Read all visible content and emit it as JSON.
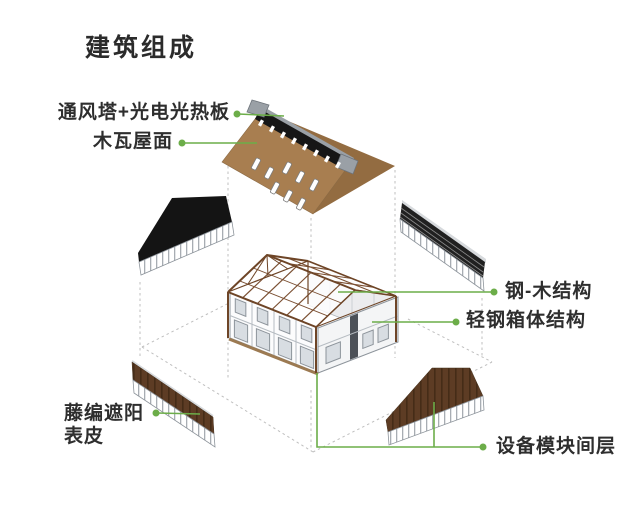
{
  "title": "建筑组成",
  "labels": {
    "ventilation_solar": "通风塔+光电光热板",
    "wood_shingle_roof": "木瓦屋面",
    "steel_wood_structure": "钢-木结构",
    "light_steel_box_structure": "轻钢箱体结构",
    "rattan_shade_line1": "藤编遮阳",
    "rattan_shade_line2": "表皮",
    "equipment_module_layer": "设备模块间层"
  },
  "colors": {
    "background": "#ffffff",
    "text": "#2e2e2e",
    "leader_green": "#6cad49",
    "roof_brown": "#a87e50",
    "roof_brown_dark": "#936c41",
    "solar_panel_black": "#161616",
    "plank_brown": "#5d3c24",
    "truss_brown": "#7b5033"
  },
  "diagram_components": [
    "ventilation-tower-and-solar-strip",
    "wood-shingle-roof",
    "gable-shade-panel-upper-left",
    "louver-screen-upper-right",
    "steel-wood-truss",
    "light-steel-box-module",
    "rattan-shade-panel-lower-left",
    "rattan-shade-panel-lower-right",
    "equipment-module-interlayer"
  ]
}
